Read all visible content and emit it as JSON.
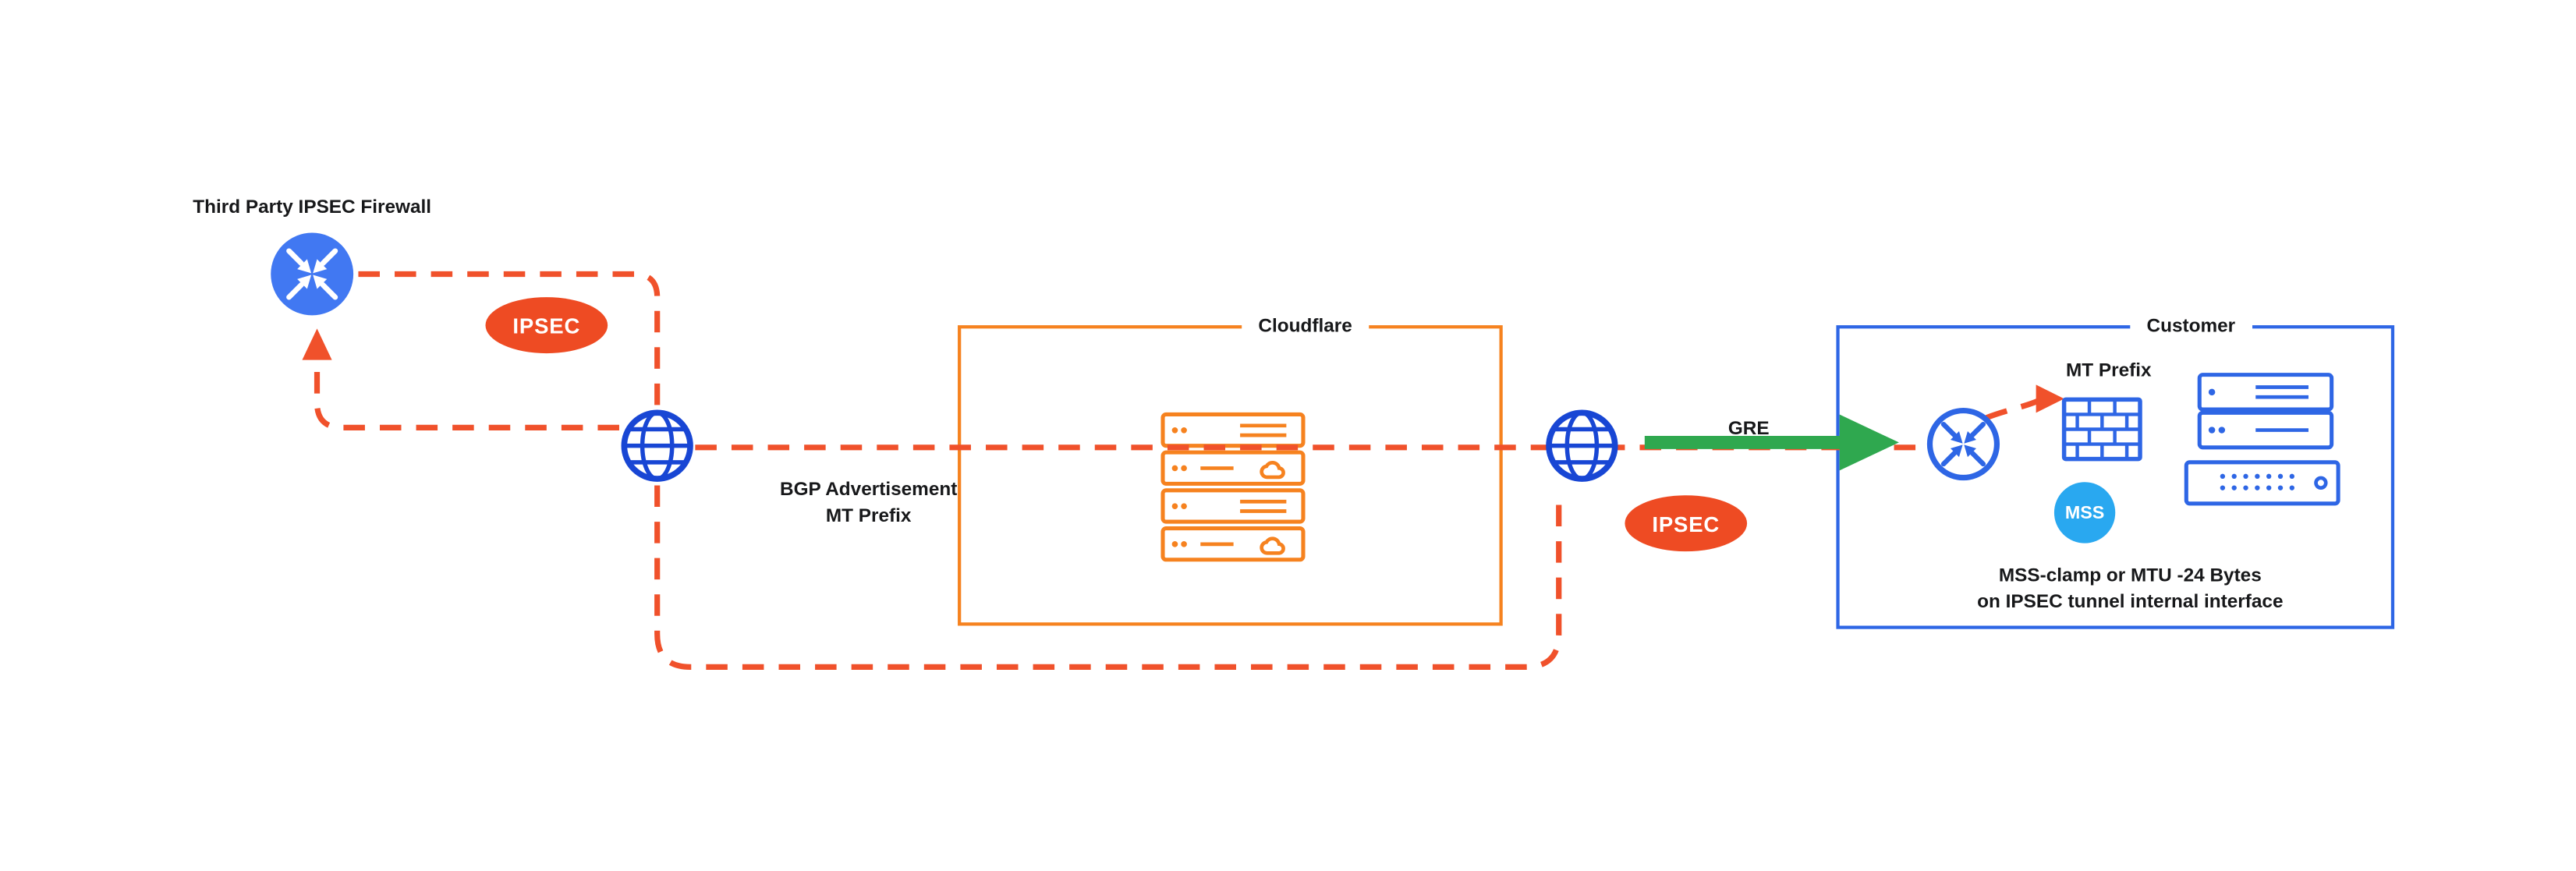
{
  "colors": {
    "red": "#EE4B23",
    "line_red": "#F0512B",
    "orange": "#F6821F",
    "blue": "#2E66E5",
    "globe_blue": "#1846D4",
    "router_fill_blue": "#4178F2",
    "light_blue": "#29A8F0",
    "green": "#2FA84F",
    "text": "#17181A",
    "background": "#FFFFFF"
  },
  "nodes": {
    "third_party_firewall": {
      "label": "Third Party IPSEC Firewall",
      "icon": "router-icon"
    },
    "internet_left": {
      "icon": "globe-icon"
    },
    "internet_right": {
      "icon": "globe-icon"
    },
    "cloudflare": {
      "label": "Cloudflare",
      "icon": "server-stack-icon"
    },
    "customer": {
      "label": "Customer",
      "router_icon": "router-icon",
      "firewall_icon": "firewall-brick-icon",
      "servers_icon": "server-stack-icon",
      "mt_prefix_label": "MT Prefix",
      "mss_badge": "MSS",
      "note_line1": "MSS-clamp or MTU -24 Bytes",
      "note_line2": "on IPSEC tunnel internal interface"
    }
  },
  "edges": {
    "ipsec_left_badge": "IPSEC",
    "ipsec_right_badge": "IPSEC",
    "gre_label": "GRE",
    "bgp_line1": "BGP Advertisement",
    "bgp_line2": "MT Prefix"
  }
}
